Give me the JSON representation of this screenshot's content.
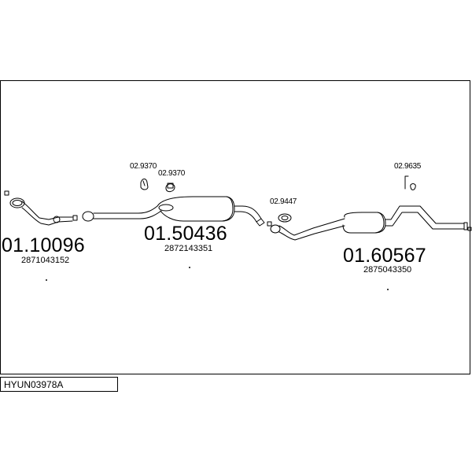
{
  "diagram": {
    "sections": [
      {
        "part_number": "01.10096",
        "oem_number": "2871043152"
      },
      {
        "part_number": "01.50436",
        "oem_number": "2872143351"
      },
      {
        "part_number": "01.60567",
        "oem_number": "2875043350"
      }
    ],
    "clamps": [
      {
        "code": "02.9370"
      },
      {
        "code": "02.9370"
      },
      {
        "code": "02.9447"
      },
      {
        "code": "02.9635"
      }
    ],
    "assembly_code": "HYUN03978A"
  },
  "colors": {
    "line": "#000000",
    "background": "#ffffff"
  }
}
